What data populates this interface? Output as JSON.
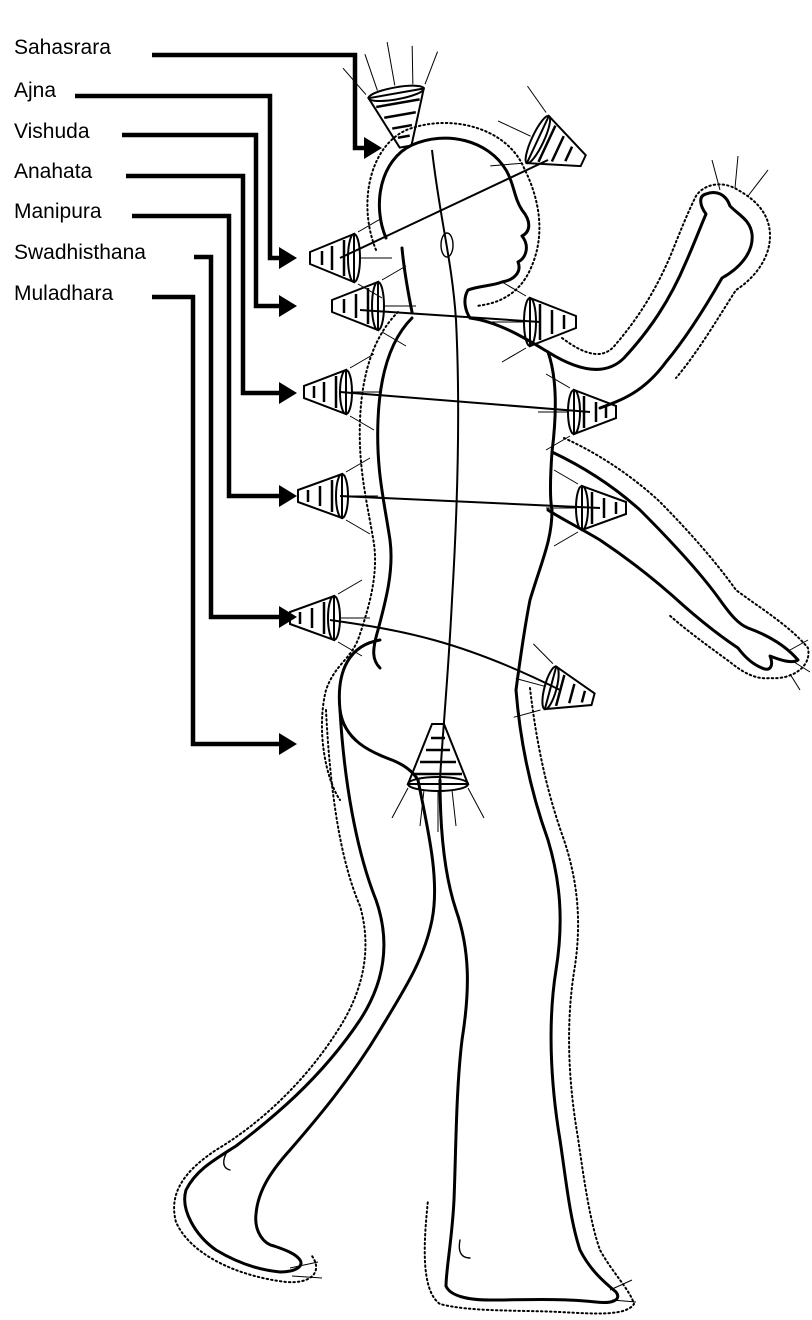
{
  "diagram": {
    "chakra_labels": [
      "Sahasrara",
      "Ajna",
      "Vishuda",
      "Anahata",
      "Manipura",
      "Swadhisthana",
      "Muladhara"
    ]
  },
  "colors": {
    "ink": "#000000",
    "background": "#ffffff"
  }
}
